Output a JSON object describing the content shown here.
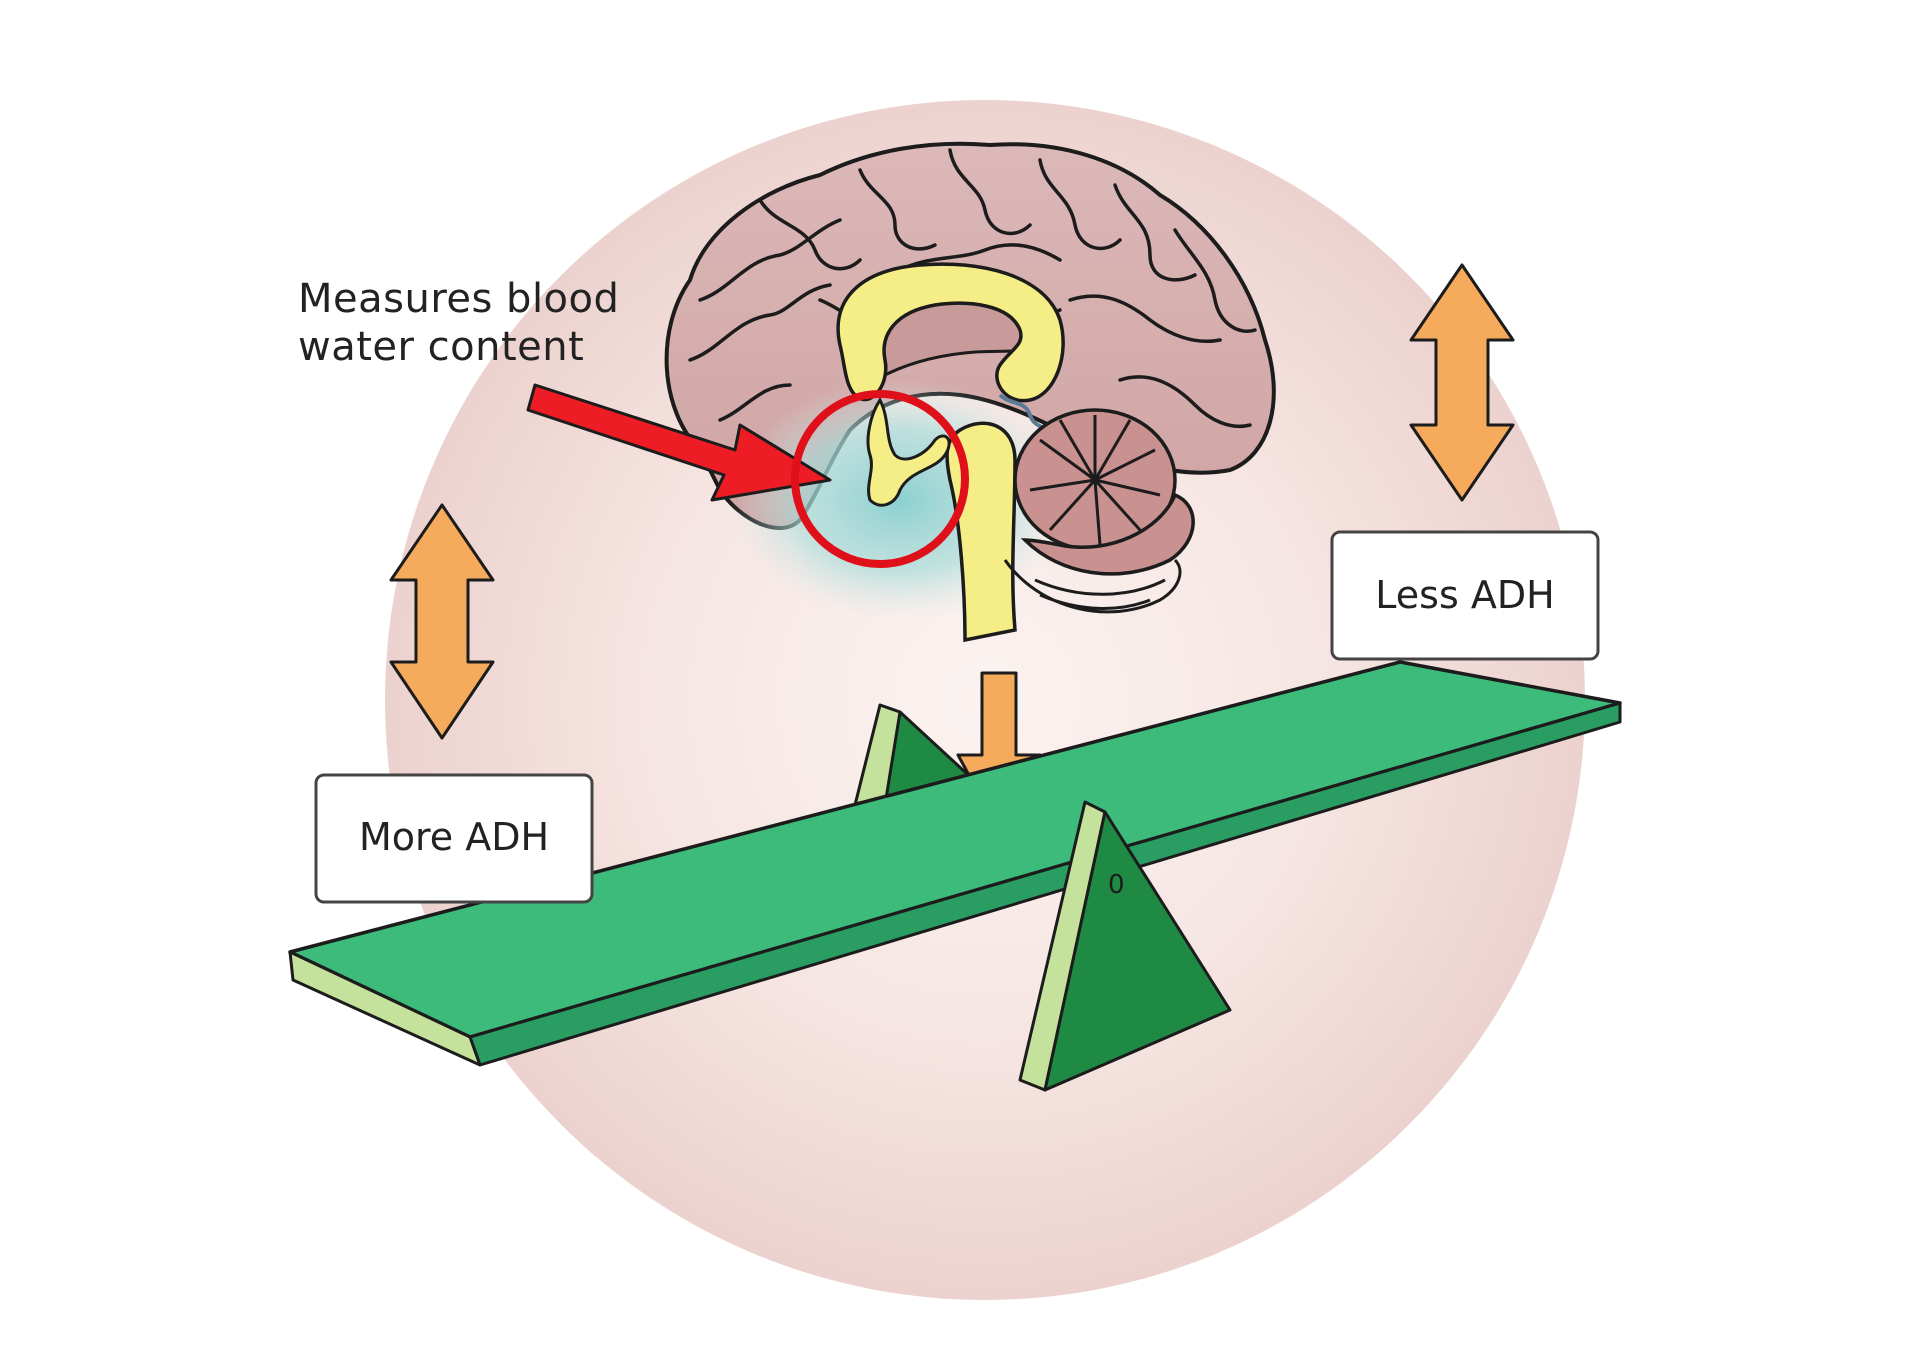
{
  "annotation": {
    "line1": "Measures blood",
    "line2": "water content"
  },
  "labels": {
    "more_adh": "More ADH",
    "less_adh": "Less ADH"
  },
  "pivot_mark": "0",
  "colors": {
    "background_circle": "#f1dcd8",
    "brain_cortex": "#d9b3b3",
    "brain_outline": "#1c1c1c",
    "corpus_callosum": "#f5ee86",
    "hypothalamus_glow": "#a9dcd9",
    "pointer_arrow": "#ee1c25",
    "highlight_circle": "#e0101a",
    "orange_arrows": "#f6ab5c",
    "seesaw_top": "#3dbb7b",
    "seesaw_edge": "#c5e29d",
    "fulcrum": "#1f8a43",
    "label_box_border": "#444444"
  },
  "icons": {
    "brain": "brain-icon",
    "arrow_left": "double-arrow-vertical-icon",
    "arrow_right": "double-arrow-vertical-icon",
    "arrow_down": "arrow-down-icon",
    "pointer": "arrow-right-icon",
    "highlight": "circle-highlight-icon"
  }
}
